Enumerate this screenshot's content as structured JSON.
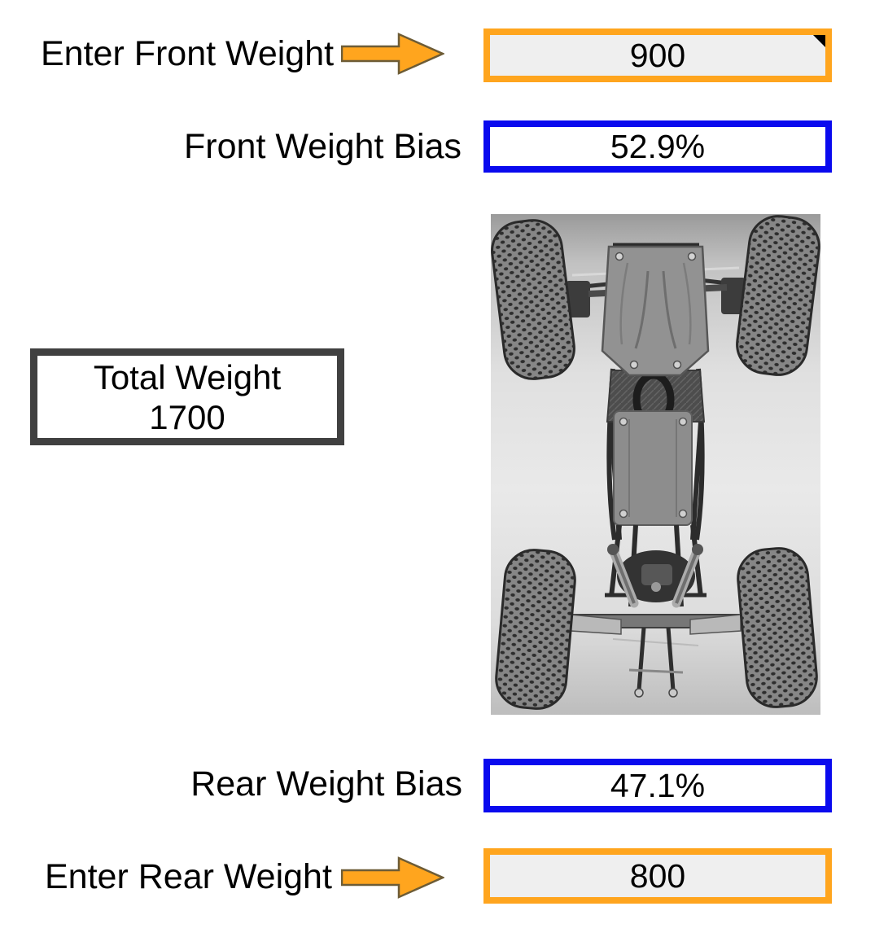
{
  "front_section": {
    "label": "Enter Front Weight",
    "value": "900",
    "bias_label": "Front Weight Bias",
    "bias_value": "52.9%"
  },
  "total_section": {
    "label": "Total Weight",
    "value": "1700"
  },
  "rear_section": {
    "bias_label": "Rear Weight Bias",
    "bias_value": "47.1%",
    "label": "Enter Rear Weight",
    "value": "800"
  },
  "icons": {
    "front_arrow": "right-block-arrow",
    "rear_arrow": "right-block-arrow",
    "comment_marker": "black-corner-triangle"
  },
  "image": {
    "alt": "Grayscale top view photo of an off-road buggy chassis with four knobby tires"
  },
  "colors": {
    "accent_orange": "#FFA51E",
    "accent_blue": "#0A0AEE",
    "total_border_gray": "#404040",
    "input_fill": "#EFEFEF",
    "arrow_outline": "#6D5C36"
  }
}
